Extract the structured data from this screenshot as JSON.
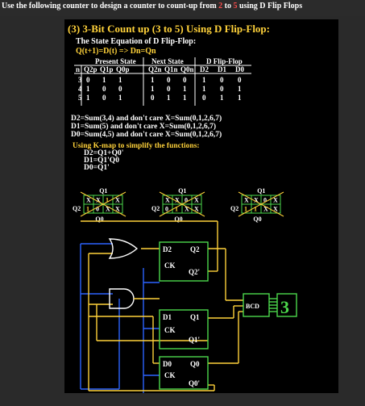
{
  "question": {
    "prefix": "Use the following counter to design a counter to count-up from ",
    "from": "2",
    "mid": " to ",
    "to": "5",
    "suffix": " using D Flip Flops"
  },
  "slide": {
    "title": "(3) 3-Bit Count up (3 to 5) Using D Flip-Flop:",
    "subtitle": "The State Equation of D Flip-Flop:",
    "equation": "Q(t+1)=D(t) => Dn=Qn"
  },
  "table": {
    "group_headers": [
      "Present State",
      "Next State",
      "D Flip-Flop"
    ],
    "headers": [
      "n",
      "Q2p",
      "Q1p",
      "Q0p",
      "Q2n",
      "Q1n",
      "Q0n",
      "D2",
      "D1",
      "D0"
    ],
    "rows": [
      [
        "3",
        "0",
        "1",
        "1",
        "1",
        "0",
        "0",
        "1",
        "0",
        "0"
      ],
      [
        "4",
        "1",
        "0",
        "0",
        "1",
        "0",
        "1",
        "1",
        "0",
        "1"
      ],
      [
        "5",
        "1",
        "0",
        "1",
        "0",
        "1",
        "1",
        "0",
        "1",
        "1"
      ]
    ]
  },
  "sums": [
    "D2=Sum(3,4) and don't care X=Sum(0,1,2,6,7)",
    "D1=Sum(5) and don't care X=Sum(0,1,2,6,7)",
    "D0=Sum(4,5) and don't care X=Sum(0,1,2,6,7)"
  ],
  "kmap_note": "Using K-map to simplify the functions:",
  "functions": [
    "D2=Q1+Q0'",
    "D1=Q1'Q0",
    "D0=Q1'"
  ],
  "kmaps": [
    {
      "top": "Q1",
      "left": "Q2",
      "bottom": "Q0",
      "cells": [
        "X",
        "X",
        "1",
        "X",
        "1",
        "0",
        "X",
        "X"
      ]
    },
    {
      "top": "Q1",
      "left": "Q2",
      "bottom": "Q0",
      "cells": [
        "X",
        "X",
        "0",
        "X",
        "0",
        "1",
        "X",
        "X"
      ]
    },
    {
      "top": "Q1",
      "left": "Q2",
      "bottom": "Q0",
      "cells": [
        "X",
        "X",
        "0",
        "X",
        "1",
        "1",
        "X",
        "X"
      ]
    }
  ],
  "circuit": {
    "ff2": {
      "d": "D2",
      "q": "Q2",
      "ck": "CK",
      "qn": "Q2'"
    },
    "ff1": {
      "d": "D1",
      "q": "Q1",
      "ck": "CK",
      "qn": "Q1'"
    },
    "ff0": {
      "d": "D0",
      "q": "Q0",
      "ck": "CK",
      "qn": "Q0'"
    },
    "decoder": "BCD",
    "display_digit": "3"
  },
  "colors": {
    "highlight": "#ff4b4b",
    "yellow": "#ffd23a",
    "green": "#4cd84c",
    "blue": "#2c63ff",
    "bg": "#000000"
  }
}
